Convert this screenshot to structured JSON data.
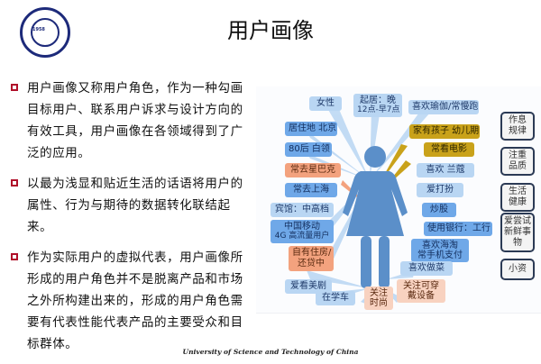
{
  "header": {
    "title": "用户画像",
    "logo": {
      "icon": "university-seal-icon",
      "year": "1958"
    }
  },
  "bullets": [
    {
      "text": "用户画像又称用户角色，作为一种勾画目标用户、联系用户诉求与设计方向的有效工具，用户画像在各领域得到了广泛的应用。"
    },
    {
      "text": "以最为浅显和贴近生活的话语将用户的属性、行为与期待的数据转化联结起来。"
    },
    {
      "text": "作为实际用户的虚拟代表，用户画像所形成的用户角色并不是脱离产品和市场之外所构建出来的，形成的用户角色需要有代表性能代表产品的主要受众和目标群体。"
    }
  ],
  "figure": {
    "person_icon": "female-person-icon",
    "labels": {
      "gender": "女性",
      "sleep": "起居：晚12点-早7点",
      "sleep_l1": "起居：晚",
      "sleep_l2": "12点-早7点",
      "sport": "喜欢瑜伽/常慢跑",
      "residence": "居住地 北京",
      "kids": "家有孩子 幼儿期",
      "age_job": "80后 白领",
      "movie": "常看电影",
      "starbucks": "常去星巴克",
      "lancome": "喜欢 兰蔻",
      "shanghai": "常去上海",
      "dressup": "爱打扮",
      "hotel": "宾馆：中高档",
      "stocks": "炒股",
      "mobile_l1": "中国移动",
      "mobile_l2": "4G 高流量用户",
      "bank": "使用银行：工行",
      "taobao_l1": "喜欢海淘",
      "taobao_l2": "常手机支付",
      "house_l1": "自有住房/",
      "house_l2": "还贷中",
      "cooking": "喜欢做菜",
      "us_drama": "爱看美剧",
      "wearable_l1": "关注可穿",
      "wearable_l2": "戴设备",
      "driving": "在学车",
      "fashion_l1": "关注",
      "fashion_l2": "时尚"
    },
    "tags": [
      {
        "l1": "作息",
        "l2": "规律"
      },
      {
        "l1": "注重",
        "l2": "品质"
      },
      {
        "l1": "生活",
        "l2": "健康"
      },
      {
        "l1": "爱尝试",
        "l2": "新鲜事",
        "l3": "物"
      },
      {
        "l1": "小资"
      }
    ],
    "colors": {
      "light_blue": "#b9d6f3",
      "mid_blue": "#6fa8e8",
      "orange": "#f3a27e",
      "peach": "#f8d2c0",
      "gold": "#c9a21a",
      "person": "#5b8fc9",
      "bullet": "#b0102a"
    }
  },
  "footer": {
    "text": "University of Science and Technology of China"
  }
}
